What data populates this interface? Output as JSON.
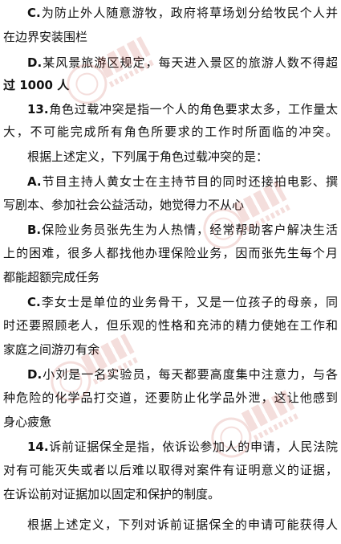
{
  "lines": [
    {
      "lead": "C.",
      "text": "为防止外人随意游牧，政府将草场划分给牧民个人并"
    },
    {
      "lead": "",
      "text": "在边界安装围栏"
    },
    {
      "lead": "D.",
      "text": "某风景旅游区规定，每天进入景区的旅游人数不得超"
    },
    {
      "lead": "过 1000 人",
      "text": ""
    },
    {
      "lead": "13.",
      "text": "角色过载冲突是指一个人的角色要求太多，工作量太"
    },
    {
      "lead": "",
      "text": "大，不可能完成所有角色所要求的工作时所面临的冲突。"
    },
    {
      "lead": "",
      "text": "根据上述定义，下列属于角色过载冲突的是："
    },
    {
      "lead": "A.",
      "text": "节目主持人黄女士在主持节目的同时还接拍电影、撰"
    },
    {
      "lead": "",
      "text": "写剧本、参加社会公益活动，她觉得力不从心"
    },
    {
      "lead": "B.",
      "text": "保险业务员张先生为人热情，经常帮助客户解决生活"
    },
    {
      "lead": "",
      "text": "上的困难，很多人都找他办理保险业务，因而张先生每个月"
    },
    {
      "lead": "",
      "text": "都能超额完成任务"
    },
    {
      "lead": "C.",
      "text": "李女士是单位的业务骨干，又是一位孩子的母亲，同"
    },
    {
      "lead": "",
      "text": "时还要照顾老人，但乐观的性格和充沛的精力使她在工作和"
    },
    {
      "lead": "",
      "text": "家庭之间游刃有余"
    },
    {
      "lead": "D.",
      "text": "小刘是一名实验员，每天都要高度集中注意力，与各"
    },
    {
      "lead": "",
      "text": "种危险的化学品打交道，还要防止化学品外泄，这让他感到"
    },
    {
      "lead": "",
      "text": "身心疲惫"
    },
    {
      "lead": "14.",
      "text": "诉前证据保全是指，依诉讼参加人的申请，人民法院"
    },
    {
      "lead": "",
      "text": "对有可能灭失或者以后难以取得对案件有证明意义的证据，"
    },
    {
      "lead": "",
      "text": "在诉讼前对证据加以固定和保护的制度。"
    },
    {
      "lead": "",
      "text": "根据上述定义，下列对诉前证据保全的申请可能获得人"
    }
  ],
  "watermark": {
    "brand": "华图教育",
    "latin": "HUATU EDUCATION",
    "color": "#c0392b"
  }
}
